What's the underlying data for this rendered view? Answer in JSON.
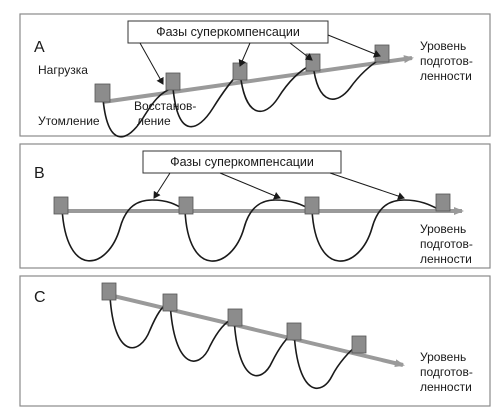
{
  "panels": [
    {
      "letter": "A",
      "callout": "Фазы суперкомпенсации",
      "load_label": "Нагрузка",
      "fatigue_label": "Утомление",
      "recovery_label_1": "Восстанов-",
      "recovery_label_2": "ление",
      "level_label_1": "Уровень",
      "level_label_2": "подготов-",
      "level_label_3": "ленности"
    },
    {
      "letter": "B",
      "callout": "Фазы суперкомпенсации",
      "level_label_1": "Уровень",
      "level_label_2": "подготов-",
      "level_label_3": "ленности"
    },
    {
      "letter": "C",
      "level_label_1": "Уровень",
      "level_label_2": "подготов-",
      "level_label_3": "ленности"
    }
  ],
  "colors": {
    "frame": "#8a8a8a",
    "arrow": "#9a9a9a",
    "load_box": "#8c8c8c",
    "curve": "#1a1a1a"
  }
}
